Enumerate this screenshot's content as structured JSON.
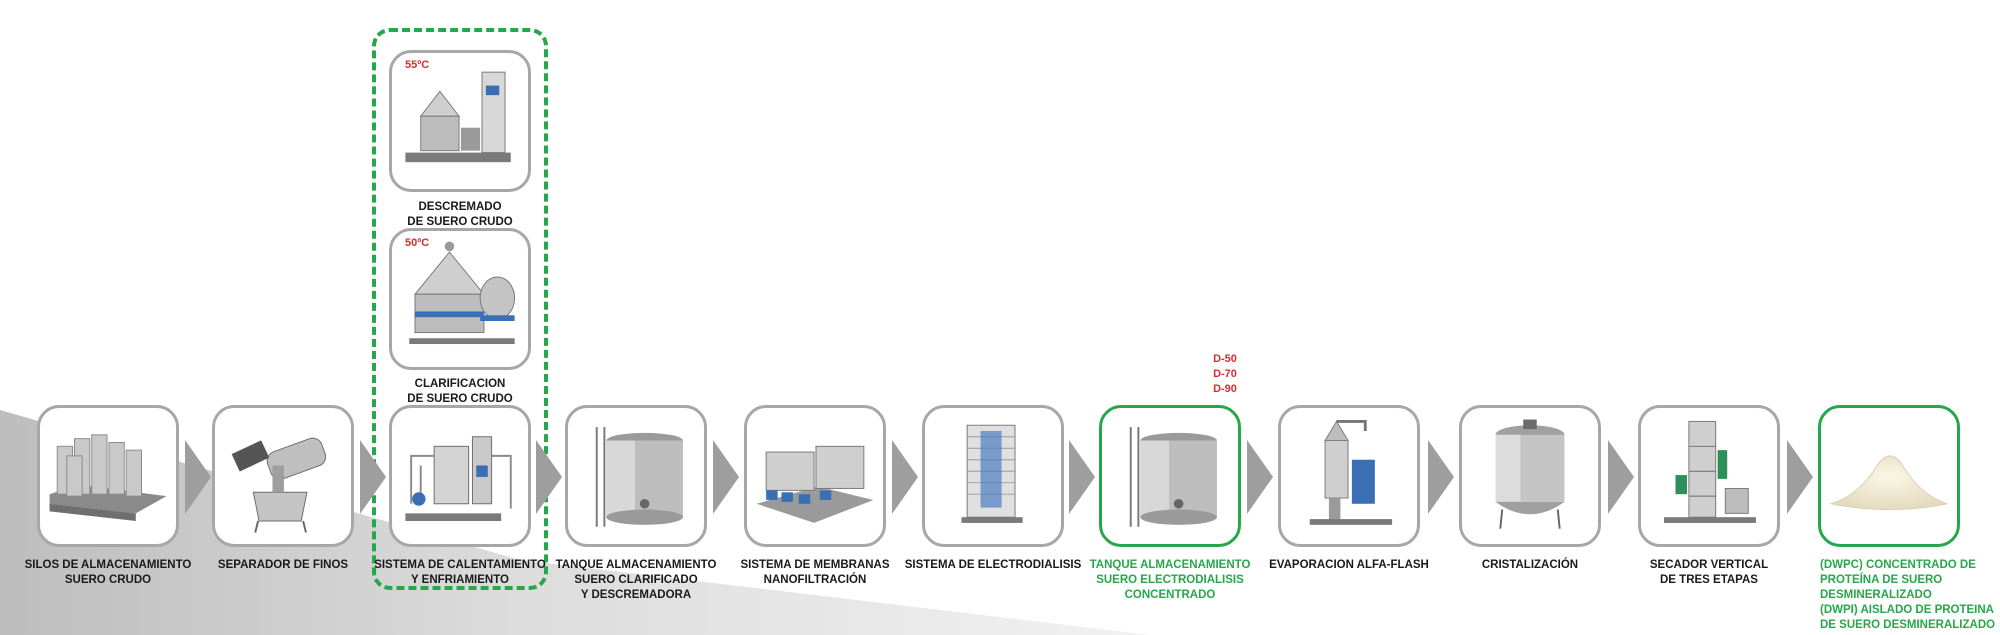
{
  "theme": {
    "accent_green": "#27a74a",
    "temperature_red": "#d32f2f",
    "card_border_gray": "#a7a7a7",
    "arrow_gray": "#9e9e9e"
  },
  "steps": [
    {
      "label": "SILOS DE ALMACENAMIENTO\nSUERO CRUDO",
      "icon": "silo-icon",
      "highlight": false
    },
    {
      "label": "SEPARADOR DE FINOS",
      "icon": "fines-separator-icon",
      "highlight": false
    },
    {
      "label": "SISTEMA DE CALENTAMIENTO\nY ENFRIAMIENTO",
      "icon": "heating-cooling-system-icon",
      "highlight": false
    },
    {
      "label": "TANQUE ALMACENAMIENTO\nSUERO CLARIFICADO\nY DESCREMADORA",
      "icon": "storage-tank-icon",
      "highlight": false
    },
    {
      "label": "SISTEMA DE MEMBRANAS\nNANOFILTRACIÓN",
      "icon": "membrane-system-icon",
      "highlight": false
    },
    {
      "label": "SISTEMA DE ELECTRODIALISIS",
      "icon": "electrodialysis-icon",
      "highlight": false
    },
    {
      "label": "TANQUE ALMACENAMIENTO\nSUERO ELECTRODIALISIS\nCONCENTRADO",
      "icon": "storage-tank-icon",
      "highlight": true
    },
    {
      "label": "EVAPORACION ALFA-FLASH",
      "icon": "evaporator-icon",
      "highlight": false
    },
    {
      "label": "CRISTALIZACIÓN",
      "icon": "crystallizer-tank-icon",
      "highlight": false
    },
    {
      "label": "SECADOR VERTICAL\nDE TRES ETAPAS",
      "icon": "vertical-dryer-icon",
      "highlight": false
    },
    {
      "label": "(DWPC) CONCENTRADO DE\nPROTEÍNA DE SUERO\nDESMINERALIZADO\n(DWPI) AISLADO DE PROTEINA\nDE SUERO DESMINERALIZADO",
      "icon": "powder-pile-icon",
      "highlight": true
    }
  ],
  "branch": [
    {
      "label": "DESCREMADO\nDE SUERO CRUDO",
      "temperature": "55ºC",
      "icon": "skimming-separator-icon"
    },
    {
      "label": "CLARIFICACION\nDE SUERO CRUDO",
      "temperature": "50ºC",
      "icon": "clarifier-icon"
    }
  ],
  "grades": [
    "D-50",
    "D-70",
    "D-90"
  ]
}
